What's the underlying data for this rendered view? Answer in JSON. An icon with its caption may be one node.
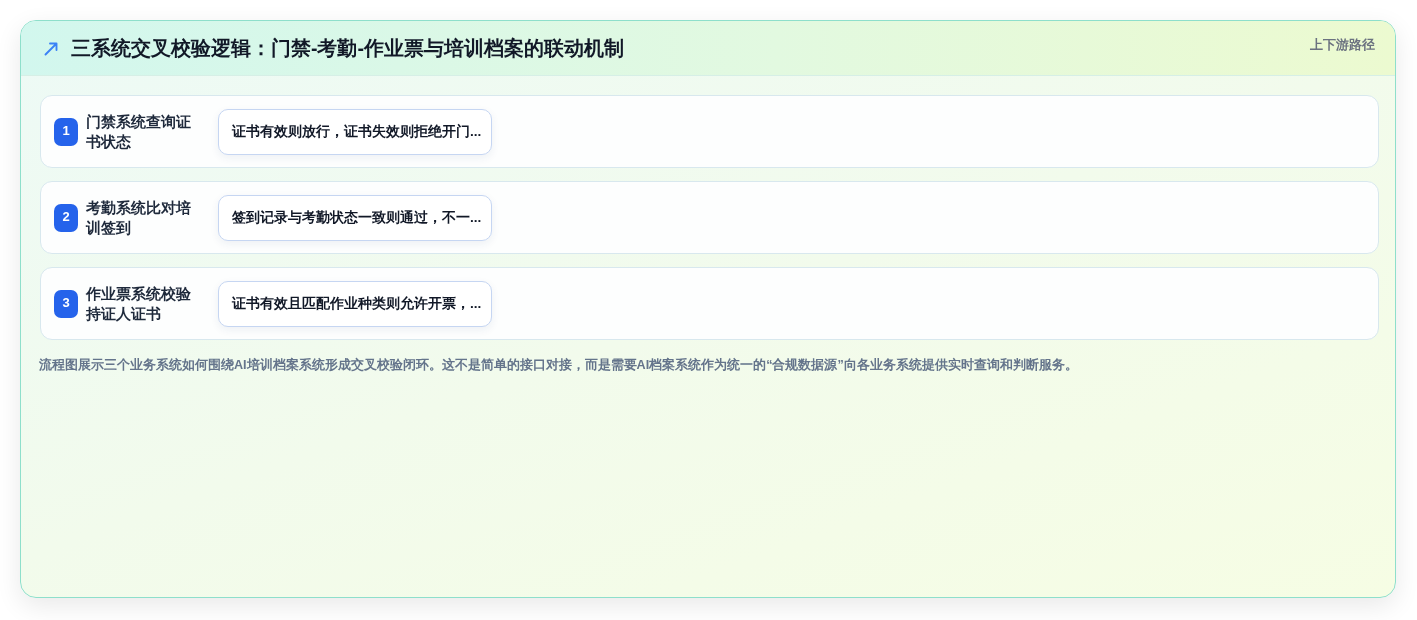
{
  "diagram": {
    "title": "三系统交叉校验逻辑：门禁-考勤-作业票与培训档案的联动机制",
    "nodes": [
      {
        "text": [
          "门禁系统查询证书状态"
        ]
      },
      {
        "text": [
          "1"
        ],
        "in": 0
      },
      {
        "text": [
          "证书有效则放行，证书失效则拒绝开门..."
        ],
        "in": 0
      },
      {
        "text": [
          "考勤系统比对培训签到"
        ]
      },
      {
        "text": [
          "2"
        ],
        "in": 3
      },
      {
        "text": [
          "签到记录与考勤状态一致则通过，不一..."
        ],
        "in": 3
      },
      {
        "text": [
          "作业票系统校验持证人证书"
        ]
      },
      {
        "text": [
          "3"
        ],
        "in": 6
      },
      {
        "text": [
          "证书有效且匹配作业种类则允许开票，..."
        ],
        "in": 6
      }
    ],
    "labels": [
      "上下游路径"
    ],
    "caption": "流程图展示三个业务系统如何围绕AI培训档案系统形成交叉校验闭环。这不是简单的接口对接，而是需要AI档案系统作为统一的“合规数据源”向各业务系统提供实时查询和判断服务。"
  }
}
